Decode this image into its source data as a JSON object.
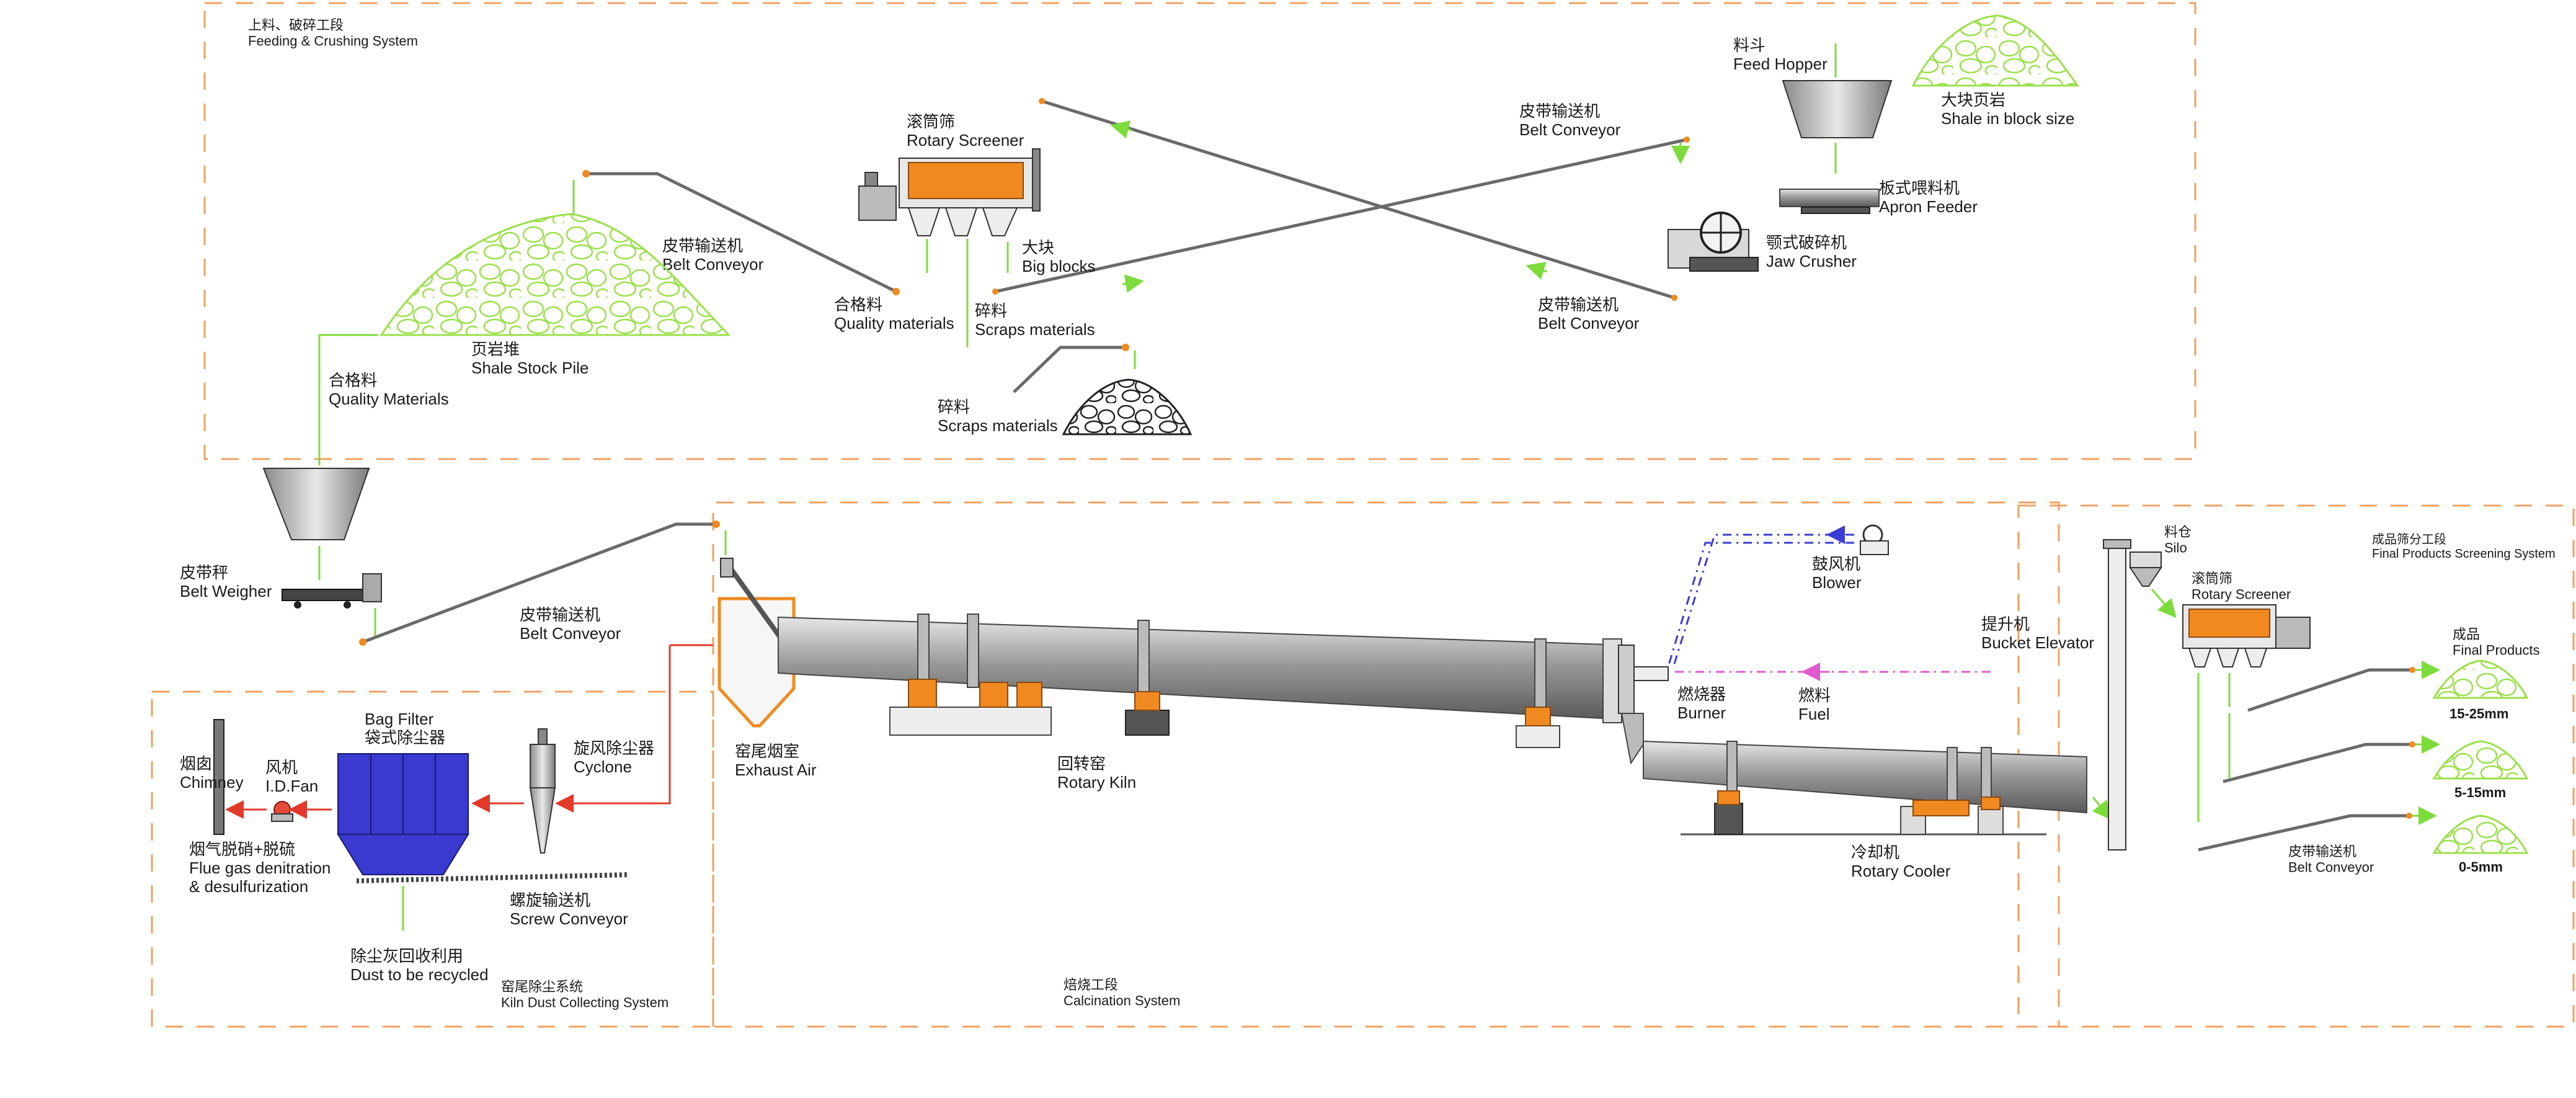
{
  "sections": {
    "feeding": "上料、破碎工段\nFeeding & Crushing System",
    "calcination": "焙烧工段\nCalcination System",
    "kiln_dust": "窑尾除尘系统\nKiln Dust Collecting System",
    "final_screening": "成品筛分工段\nFinal Products Screening System"
  },
  "labels": {
    "feed_hopper": "料斗\nFeed Hopper",
    "shale_block": "大块页岩\nShale in block size",
    "apron_feeder": "板式喂料机\nApron Feeder",
    "jaw_crusher": "颚式破碎机\nJaw Crusher",
    "belt_conveyor_top_right": "皮带输送机\nBelt Conveyor",
    "belt_conveyor_bottom_right": "皮带输送机\nBelt Conveyor",
    "rotary_screener_top": "滚筒筛\nRotary Screener",
    "big_blocks": "大块\nBig blocks",
    "belt_conveyor_left": "皮带输送机\nBelt Conveyor",
    "quality_materials_mid": "合格料\nQuality materials",
    "scraps_materials_upper": "碎料\nScraps materials",
    "scraps_materials_lower": "碎料\nScraps materials",
    "shale_stock_pile": "页岩堆\nShale Stock Pile",
    "quality_materials_left": "合格料\nQuality Materials",
    "belt_weigher": "皮带秤\nBelt Weigher",
    "belt_conveyor_weigher": "皮带输送机\nBelt Conveyor",
    "bag_filter": "Bag Filter\n袋式除尘器",
    "cyclone": "旋风除尘器\nCyclone",
    "id_fan": "风机\nI.D.Fan",
    "chimney": "烟囱\nChimney",
    "flue_gas": "烟气脱硝+脱硫\nFlue gas denitration\n& desulfurization",
    "screw_conveyor": "螺旋输送机\nScrew Conveyor",
    "dust_recycled": "除尘灰回收利用\nDust to be recycled",
    "exhaust_air": "窑尾烟室\nExhaust Air",
    "rotary_kiln": "回转窑\nRotary Kiln",
    "blower": "鼓风机\nBlower",
    "burner": "燃烧器\nBurner",
    "fuel": "燃料\nFuel",
    "rotary_cooler": "冷却机\nRotary Cooler",
    "bucket_elevator": "提升机\nBucket Elevator",
    "silo": "料仓\nSilo",
    "rotary_screener_final": "滚筒筛\nRotary Screener",
    "final_products": "成品\nFinal Products",
    "size_15_25": "15-25mm",
    "size_5_15": "5-15mm",
    "size_0_5": "0-5mm",
    "belt_conveyor_final": "皮带输送机\nBelt Conveyor"
  },
  "colors": {
    "section_border": "#f0a060",
    "material_flow": "#7ddc3c",
    "gas_flow": "#e23a2a",
    "air_flow": "#3b3bd6",
    "fuel_flow": "#e05ad0",
    "equipment_accent": "#f08a20",
    "bag_filter": "#3a3ad0"
  }
}
